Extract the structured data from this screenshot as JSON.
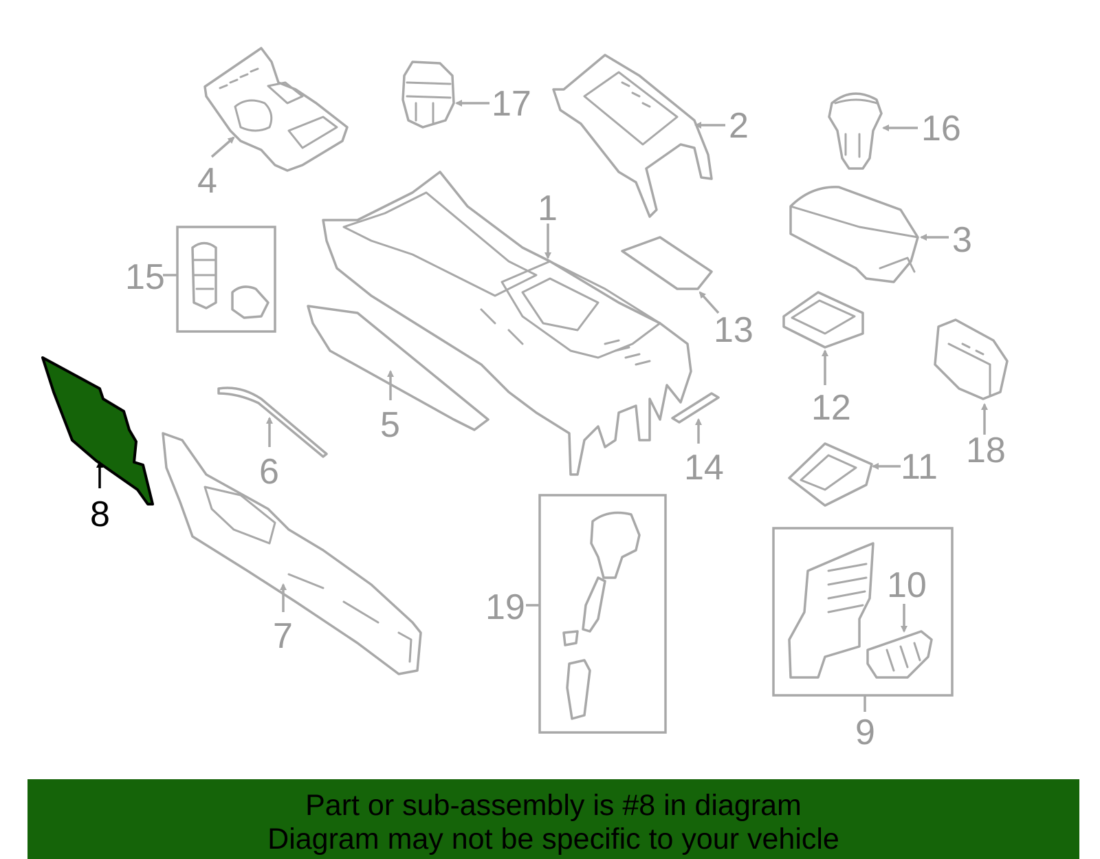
{
  "diagram": {
    "callouts": [
      "1",
      "2",
      "3",
      "4",
      "5",
      "6",
      "7",
      "8",
      "9",
      "10",
      "11",
      "12",
      "13",
      "14",
      "15",
      "16",
      "17",
      "18",
      "19"
    ],
    "highlighted_part": "8",
    "highlight_color": "#156409",
    "part_stroke_color": "#a8a8a8",
    "label_color": "#9a9a9a"
  },
  "banner": {
    "line1": "Part or sub-assembly is #8 in diagram",
    "line2": "Diagram may not be specific to your vehicle",
    "background": "#156409"
  }
}
